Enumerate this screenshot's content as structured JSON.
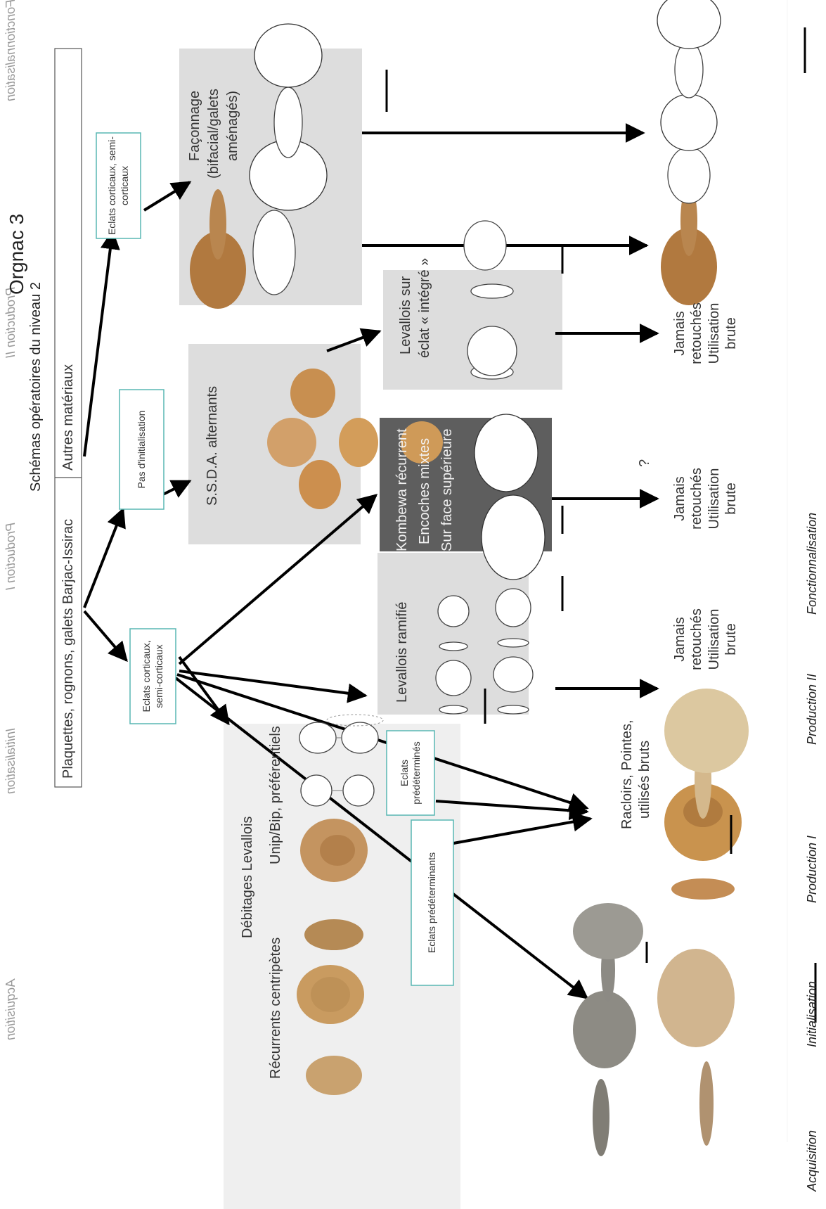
{
  "title": "Orgnac 3",
  "subtitle": "Schémas opératoires du niveau 2",
  "stages": [
    "Acquisition",
    "Initialisation",
    "Production I",
    "Production II",
    "Fonctionnalisation"
  ],
  "sources": {
    "left": "Plaquettes, rognons, galets Barjac-Issirac",
    "right": "Autres matériaux"
  },
  "init_boxes": {
    "eclats_left": "Eclats corticaux, semi-corticaux",
    "pas_init": "Pas d'initialisation",
    "eclats_right": "Eclats corticaux, semi-corticaux"
  },
  "panels": {
    "debitages": {
      "title": "Débitages Levallois",
      "sub1": "Récurrents centripètes",
      "sub2": "Unip/Bip, préférentiels"
    },
    "ssda": {
      "title": "S.S.D.A. alternants"
    },
    "faconnage": {
      "line1": "Façonnage",
      "line2": "(bifacial/galets",
      "line3": "aménagés)"
    },
    "levallois_ramifie": {
      "title": "Levallois ramifié"
    },
    "kombewa": {
      "line1": "Kombewa récurrent",
      "line2": "Encoches mixtes",
      "line3": "Sur face supérieure"
    },
    "levallois_sur": {
      "line1": "Levallois sur",
      "line2": "éclat « intégré »"
    }
  },
  "prod_boxes": {
    "predetermines": "Eclats prédéterminés",
    "predeterminants": "Eclats prédéterminants"
  },
  "outcomes": {
    "racloirs": {
      "line1": "Racloirs, Pointes,",
      "line2": "utilisés bruts"
    },
    "jamais": {
      "line1": "Jamais",
      "line2": "retouchés",
      "line3": "Utilisation",
      "line4": "brute"
    },
    "question": "?"
  },
  "colors": {
    "teal": "#58b7b3",
    "panel_light": "#efefef",
    "panel_mid": "#dddddd",
    "panel_dark": "#5e5e5e",
    "stone_beige": "#c79a63",
    "stone_brown": "#a47b4b",
    "stone_grey": "#8d8b84"
  }
}
